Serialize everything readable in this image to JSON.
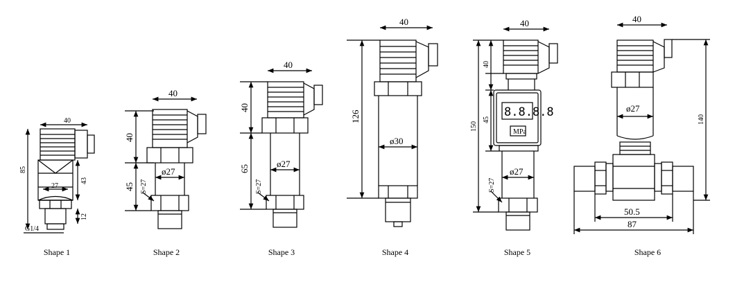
{
  "shapes": [
    {
      "caption": "Shape 1",
      "dims": {
        "width": "40",
        "height": "85",
        "lower": "43",
        "hex": "27",
        "bottom": "12",
        "thread": "G1/4"
      }
    },
    {
      "caption": "Shape 2",
      "dims": {
        "width": "40",
        "top": "40",
        "bottom": "45",
        "dia": "ø27",
        "hex": "S=27"
      }
    },
    {
      "caption": "Shape 3",
      "dims": {
        "width": "40",
        "top": "40",
        "bottom": "65",
        "dia": "ø27",
        "hex": "S=27"
      }
    },
    {
      "caption": "Shape 4",
      "dims": {
        "width": "40",
        "height": "126",
        "dia": "ø30"
      }
    },
    {
      "caption": "Shape 5",
      "dims": {
        "width": "40",
        "top": "40",
        "mid": "45",
        "height": "150",
        "dia": "ø27",
        "hex": "S=27",
        "display": "8.8.8.8",
        "unit": "MPa"
      }
    },
    {
      "caption": "Shape 6",
      "dims": {
        "width": "40",
        "height": "140",
        "dia": "ø27",
        "inner": "50.5",
        "outer": "87"
      }
    }
  ]
}
